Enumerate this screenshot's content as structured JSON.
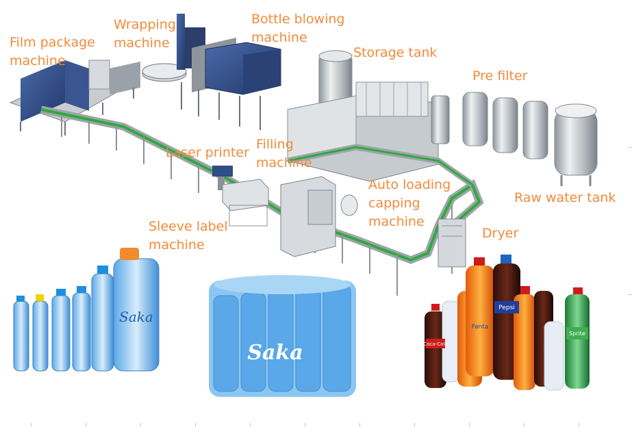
{
  "labels": {
    "film_package": [
      "Film package",
      "machine"
    ],
    "wrapping": [
      "Wrapping",
      "machine"
    ],
    "bottle_blowing": [
      "Bottle blowing",
      "machine"
    ],
    "storage_tank": "Storage tank",
    "pre_filter": "Pre filter",
    "laser_printer": "Laser printer",
    "filling": [
      "Filling",
      "machine"
    ],
    "auto_loading_capping": [
      "Auto loading",
      "capping",
      "machine"
    ],
    "raw_water_tank": "Raw water tank",
    "dryer": "Dryer",
    "sleeve_label": [
      "Sleeve label",
      "machine"
    ]
  },
  "brand_text": {
    "water_bottles": "Saka",
    "water_pack": "Saka",
    "soft_drinks": [
      "Coca-Cola",
      "Pepsi",
      "Fanta",
      "Sprite"
    ]
  },
  "colors": {
    "label": "#f28a3a",
    "conveyor_belt": "#2eaa3c",
    "machine_steel": "#b9bec3",
    "machine_blue": "#2f4d86",
    "water_blue": "#4a9ee0"
  }
}
